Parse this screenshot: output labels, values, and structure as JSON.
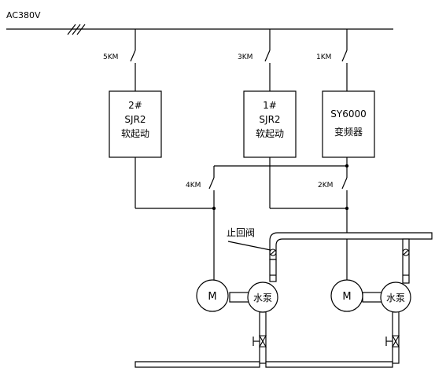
{
  "supply": {
    "label": "AC380V"
  },
  "contactors": {
    "km5": "5KM",
    "km3": "3KM",
    "km1": "1KM",
    "km4": "4KM",
    "km2": "2KM"
  },
  "units": {
    "soft2": {
      "line1": "2#",
      "line2": "SJR2",
      "line3": "软起动"
    },
    "soft1": {
      "line1": "1#",
      "line2": "SJR2",
      "line3": "软起动"
    },
    "vfd": {
      "line1": "SY6000",
      "line2": "变频器"
    }
  },
  "motors": {
    "left": "M",
    "right": "M"
  },
  "pumps": {
    "left": "水泵",
    "right": "水泵"
  },
  "valve": {
    "label": "止回阀"
  }
}
